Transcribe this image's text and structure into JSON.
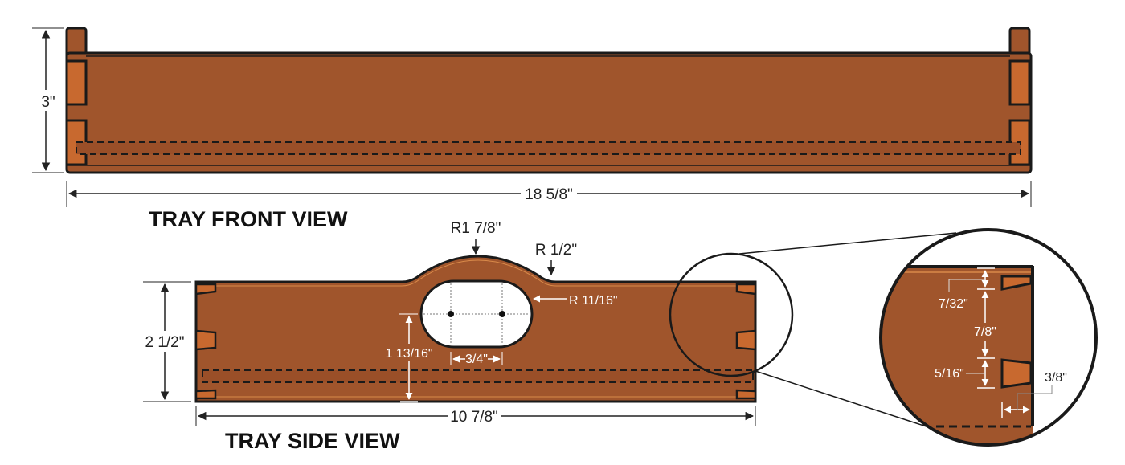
{
  "colors": {
    "wood": "#A0552C",
    "joint": "#C8692F",
    "outline": "#1a1a1a"
  },
  "front_view": {
    "title": "TRAY FRONT VIEW",
    "height_label": "3\"",
    "width_label": "18 5/8\""
  },
  "side_view": {
    "title": "TRAY SIDE VIEW",
    "height_label": "2 1/2\"",
    "width_label": "10 7/8\"",
    "bump_radius_label": "R1 7/8\"",
    "fillet_radius_label": "R 1/2\"",
    "hole_radius_label": "R 11/16\"",
    "hole_height_label": "1 13/16\"",
    "hole_spacing_label": "3/4\""
  },
  "detail_view": {
    "top_offset_label": "7/32\"",
    "spacing_label": "7/8\"",
    "slot_height_label": "5/16\"",
    "slot_depth_label": "3/8\""
  }
}
